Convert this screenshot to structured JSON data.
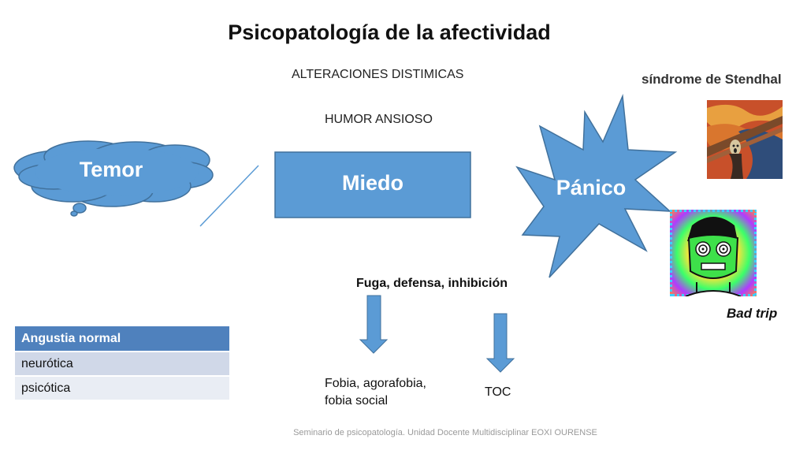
{
  "title": "Psicopatología de la afectividad",
  "subtitle_1": "ALTERACIONES DISTIMICAS",
  "subtitle_2": "HUMOR  ANSIOSO",
  "nodes": {
    "temor": "Temor",
    "miedo": "Miedo",
    "panico": "Pánico"
  },
  "stendhal_label": "síndrome de Stendhal",
  "bad_trip_label": "Bad trip",
  "fuga_label": "Fuga, defensa, inhibición",
  "outcome_left_line1": "Fobia, agorafobia,",
  "outcome_left_line2": "fobia social",
  "outcome_right": "TOC",
  "table": {
    "header": "Angustia normal",
    "rows": [
      "neurótica",
      "psicótica"
    ]
  },
  "footer": "Seminario de psicopatología. Unidad Docente Multidisciplinar EOXI OURENSE",
  "colors": {
    "shape_fill": "#5b9bd5",
    "shape_stroke": "#41719c",
    "table_header": "#4f81bd",
    "table_row_1": "#d0d8e8",
    "table_row_2": "#e9edf4"
  },
  "images": {
    "stendhal": "the-scream-painting",
    "bad_trip": "psychedelic-green-face"
  }
}
